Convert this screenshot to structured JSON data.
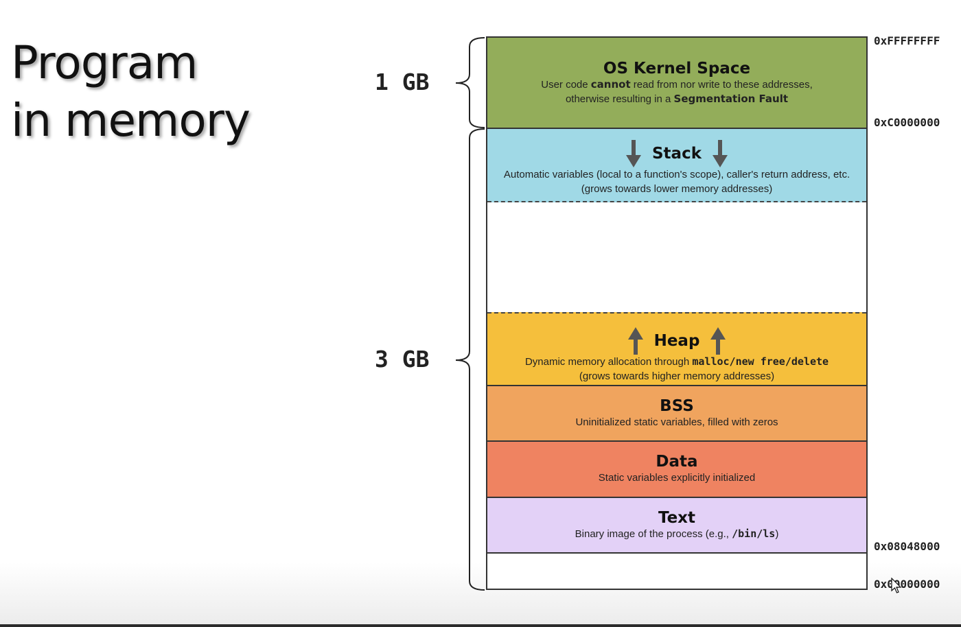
{
  "title": {
    "line1": "Program",
    "line2": "in memory"
  },
  "ranges": {
    "kernel_size": "1 GB",
    "user_size": "3 GB"
  },
  "segments": {
    "kernel": {
      "name": "OS Kernel Space",
      "desc1_pre": "User code ",
      "desc1_bold": "cannot",
      "desc1_post": " read from nor write to these addresses,",
      "desc2_pre": "otherwise resulting in a ",
      "desc2_bold": "Segmentation Fault",
      "color": "#93ad5a"
    },
    "stack": {
      "name": "Stack",
      "desc1": "Automatic variables (local to a function's scope), caller's return address, etc.",
      "desc2": "(grows towards lower memory addresses)",
      "color": "#a0d9e6"
    },
    "heap": {
      "name": "Heap",
      "desc1_pre": "Dynamic memory allocation through ",
      "desc1_code": "malloc/new free/delete",
      "desc2": "(grows towards higher memory addresses)",
      "color": "#f5bf3c"
    },
    "bss": {
      "name": "BSS",
      "desc": "Uninitialized static variables, filled with zeros",
      "color": "#f0a45e"
    },
    "data": {
      "name": "Data",
      "desc": "Static variables explicitly initialized",
      "color": "#ef8361"
    },
    "text": {
      "name": "Text",
      "desc_pre": "Binary image of the process (e.g., ",
      "desc_code": "/bin/ls",
      "desc_post": ")",
      "color": "#e3d1f7"
    }
  },
  "addresses": {
    "top": "0xFFFFFFFF",
    "kernel_start": "0xC0000000",
    "text_start": "0x08048000",
    "bottom": "0x00000000"
  }
}
